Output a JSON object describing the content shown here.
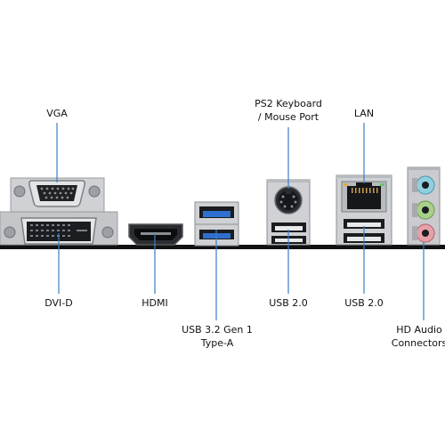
{
  "labels": {
    "vga": "VGA",
    "ps2_line1": "PS2 Keyboard",
    "ps2_line2": "/ Mouse Port",
    "lan": "LAN",
    "dvid": "DVI-D",
    "hdmi": "HDMI",
    "usb32_line1": "USB 3.2 Gen 1",
    "usb32_line2": "Type-A",
    "usb20_a": "USB 2.0",
    "usb20_b": "USB 2.0",
    "audio_line1": "HD Audio",
    "audio_line2": "Connectors"
  },
  "colors": {
    "leader": "#3a7fc8",
    "board": "#111111",
    "metal": "#c9cbce",
    "usb3_blue": "#2f6fcf",
    "audio_blue": "#8fd0e0",
    "audio_green": "#a8d08a",
    "audio_pink": "#e8a0a8"
  }
}
